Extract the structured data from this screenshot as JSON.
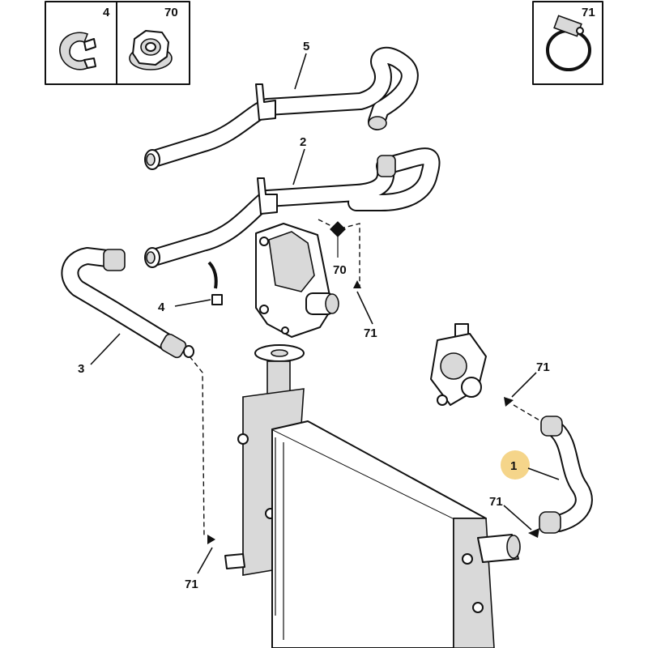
{
  "inset_boxes": [
    {
      "number": "4",
      "icon": "hose-clip-icon"
    },
    {
      "number": "70",
      "icon": "flange-nut-icon"
    },
    {
      "number": "71",
      "icon": "hose-clamp-icon"
    }
  ],
  "callouts": {
    "hose_5": "5",
    "hose_2": "2",
    "hose_3": "3",
    "clip_4": "4",
    "nut_70": "70",
    "clamp_71_thermostat": "71",
    "clamp_71_right_top": "71",
    "clamp_71_right_bottom": "71",
    "clamp_71_bottom_left": "71",
    "hose_1_highlight": "1"
  },
  "colors": {
    "highlight": "#f5d58a",
    "line": "#111111",
    "shade": "#d9d9d9"
  }
}
